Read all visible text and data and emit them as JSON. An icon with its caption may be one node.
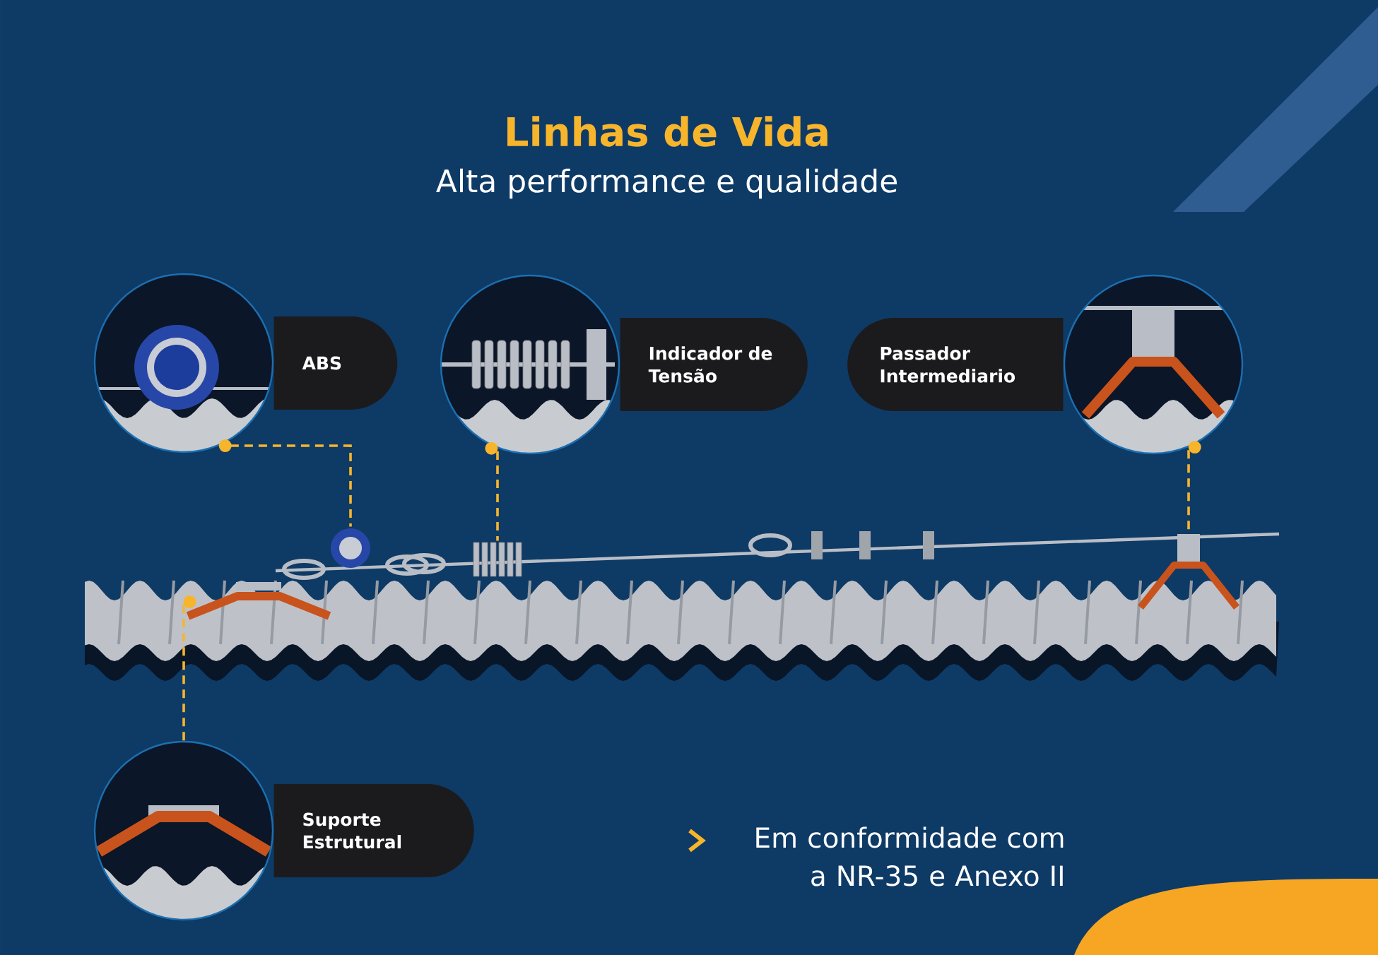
{
  "diagram": {
    "title": "Linhas de Vida",
    "nodes": [
      {
        "text": [
          "ABS"
        ]
      },
      {
        "text": [
          "Indicador de Tensão"
        ]
      },
      {
        "text": [
          "Passador Intermediario"
        ]
      },
      {
        "text": [],
        "shape": "picture"
      },
      {
        "text": [],
        "shape": "picture"
      },
      {
        "text": [],
        "shape": "picture"
      },
      {
        "text": [],
        "shape": "picture"
      },
      {
        "text": [
          "Suporte Estrutural"
        ]
      }
    ],
    "edges": [
      {
        "from": 0,
        "to": 4,
        "arrow": "other",
        "style": "dashed"
      },
      {
        "from": 1,
        "to": 5,
        "arrow": "other",
        "style": "dashed"
      },
      {
        "from": 2,
        "to": 6,
        "arrow": "other",
        "style": "dashed"
      },
      {
        "from": 3,
        "to": 7,
        "arrow": "other",
        "style": "dashed"
      }
    ],
    "labels": [
      "Alta performance e qualidade",
      "Em conformidade com a NR-35 e Anexo II"
    ]
  }
}
